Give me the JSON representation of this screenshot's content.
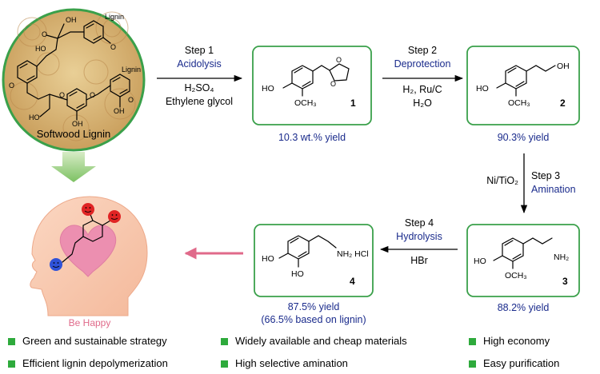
{
  "lignin": {
    "label": "Softwood Lignin",
    "tag1": "Lignin",
    "tag2": "Lignin",
    "oh": "HO",
    "oh2": "OH",
    "ome": "O",
    "o": "O"
  },
  "steps": {
    "s1": {
      "title": "Step 1",
      "name": "Acidolysis",
      "reagent1": "H₂SO₄",
      "reagent2": "Ethylene glycol"
    },
    "s2": {
      "title": "Step 2",
      "name": "Deprotection",
      "reagent1": "H₂, Ru/C",
      "reagent2": "H₂O"
    },
    "s3": {
      "title": "Step 3",
      "name": "Amination",
      "reagent1": "Ni/TiO₂"
    },
    "s4": {
      "title": "Step 4",
      "name": "Hydrolysis",
      "reagent1": "HBr"
    }
  },
  "compounds": {
    "c1": {
      "number": "1",
      "ho": "HO",
      "och3": "OCH₃",
      "o": "O",
      "yield": "10.3 wt.% yield"
    },
    "c2": {
      "number": "2",
      "ho": "HO",
      "och3": "OCH₃",
      "oh": "OH",
      "yield": "90.3% yield"
    },
    "c3": {
      "number": "3",
      "ho": "HO",
      "och3": "OCH₃",
      "nh2": "NH₂",
      "yield": "88.2% yield"
    },
    "c4": {
      "number": "4",
      "ho1": "HO",
      "ho2": "HO",
      "nh2hcl": "NH₂ HCl",
      "yield": "87.5% yield",
      "yield2": "(66.5% based on lignin)"
    }
  },
  "head": {
    "caption": "Be Happy"
  },
  "features": [
    "Green and sustainable strategy",
    "Widely available and cheap materials",
    "High economy",
    "Efficient lignin depolymerization",
    "High selective amination",
    "Easy purification"
  ],
  "colors": {
    "accent_green": "#3aa04a",
    "text_blue": "#1a2b8c",
    "pink": "#e06a8a",
    "bullet": "#2eaa3c"
  }
}
